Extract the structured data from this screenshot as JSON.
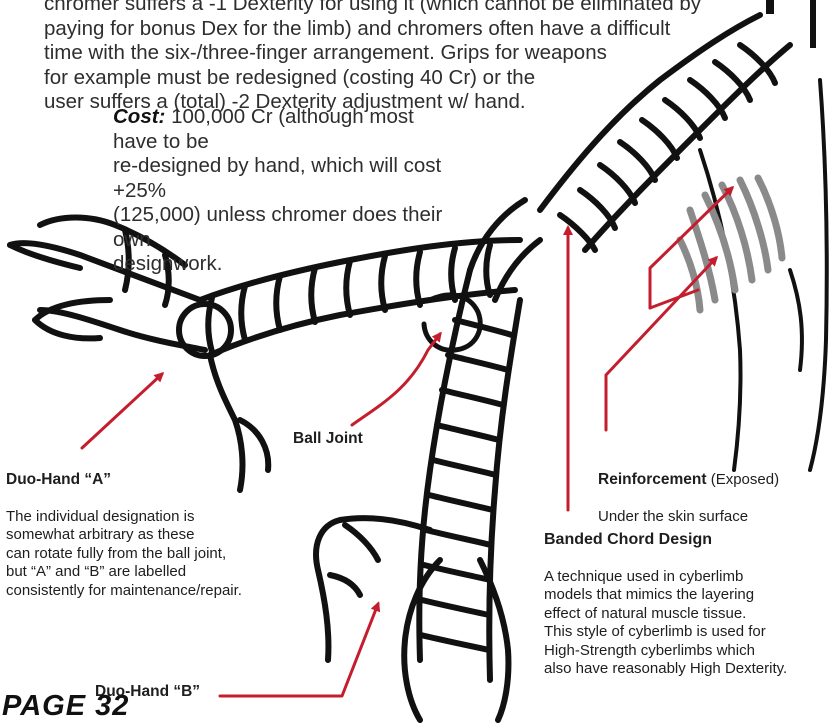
{
  "intro_text": "chromer suffers a -1 Dexterity for using it (which cannot be eliminated by\npaying for bonus Dex for the limb) and chromers often have a difficult\ntime with the six-/three-finger arrangement. Grips for weapons\nfor example must be redesigned (costing 40 Cr) or the\nuser suffers a (total) -2 Dexterity adjustment w/ hand.",
  "cost": {
    "label": "Cost:",
    "text": " 100,000 Cr (although most have to be\nre-designed by hand, which will cost +25%\n(125,000) unless chromer does their own\n                        designwork."
  },
  "labels": {
    "duo_hand_a": {
      "title": "Duo-Hand “A”",
      "body": "The individual designation is\nsomewhat arbitrary as these\ncan rotate fully from the ball joint,\nbut “A” and “B” are labelled\nconsistently for maintenance/repair."
    },
    "ball_joint": {
      "title": "Ball Joint"
    },
    "reinforcement": {
      "title": "Reinforcement",
      "note": " (Exposed)",
      "body": "Under the skin surface"
    },
    "banded_chord": {
      "title": "Banded Chord Design",
      "body": "A technique used in cyberlimb\nmodels that mimics the layering\neffect of natural muscle tissue.\nThis style of cyberlimb is used for\n High-Strength cyberlimbs which\n   also have reasonably High Dexterity."
    },
    "duo_hand_b": {
      "title": "Duo-Hand “B”"
    }
  },
  "page_number": "PAGE 32",
  "colors": {
    "callout_red": "#c41e2e",
    "ink": "#111111",
    "reinforcement_gray": "#8a8a8a"
  }
}
